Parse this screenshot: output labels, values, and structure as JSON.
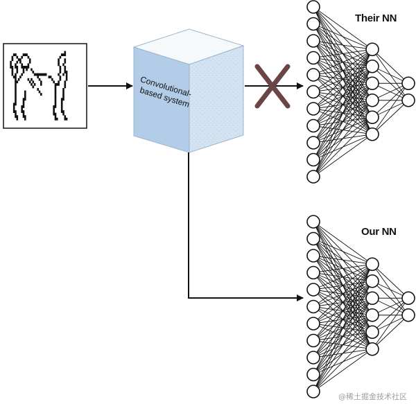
{
  "cube": {
    "label_lines": [
      "Convolutional-",
      "based system"
    ]
  },
  "networks": {
    "their": {
      "title": "Their NN",
      "layers": [
        11,
        6,
        2
      ]
    },
    "our": {
      "title": "Our NN",
      "layers": [
        11,
        6,
        2
      ]
    }
  },
  "blocked_connection": {
    "symbol": "cross-mark-icon",
    "color": "#6b4545"
  },
  "colors": {
    "cube_front": "#b3cde8",
    "cube_right": "#d3e3f2",
    "cube_top": "#f6f9fc",
    "lines": "#111111"
  },
  "watermark": "@稀土掘金技术社区"
}
